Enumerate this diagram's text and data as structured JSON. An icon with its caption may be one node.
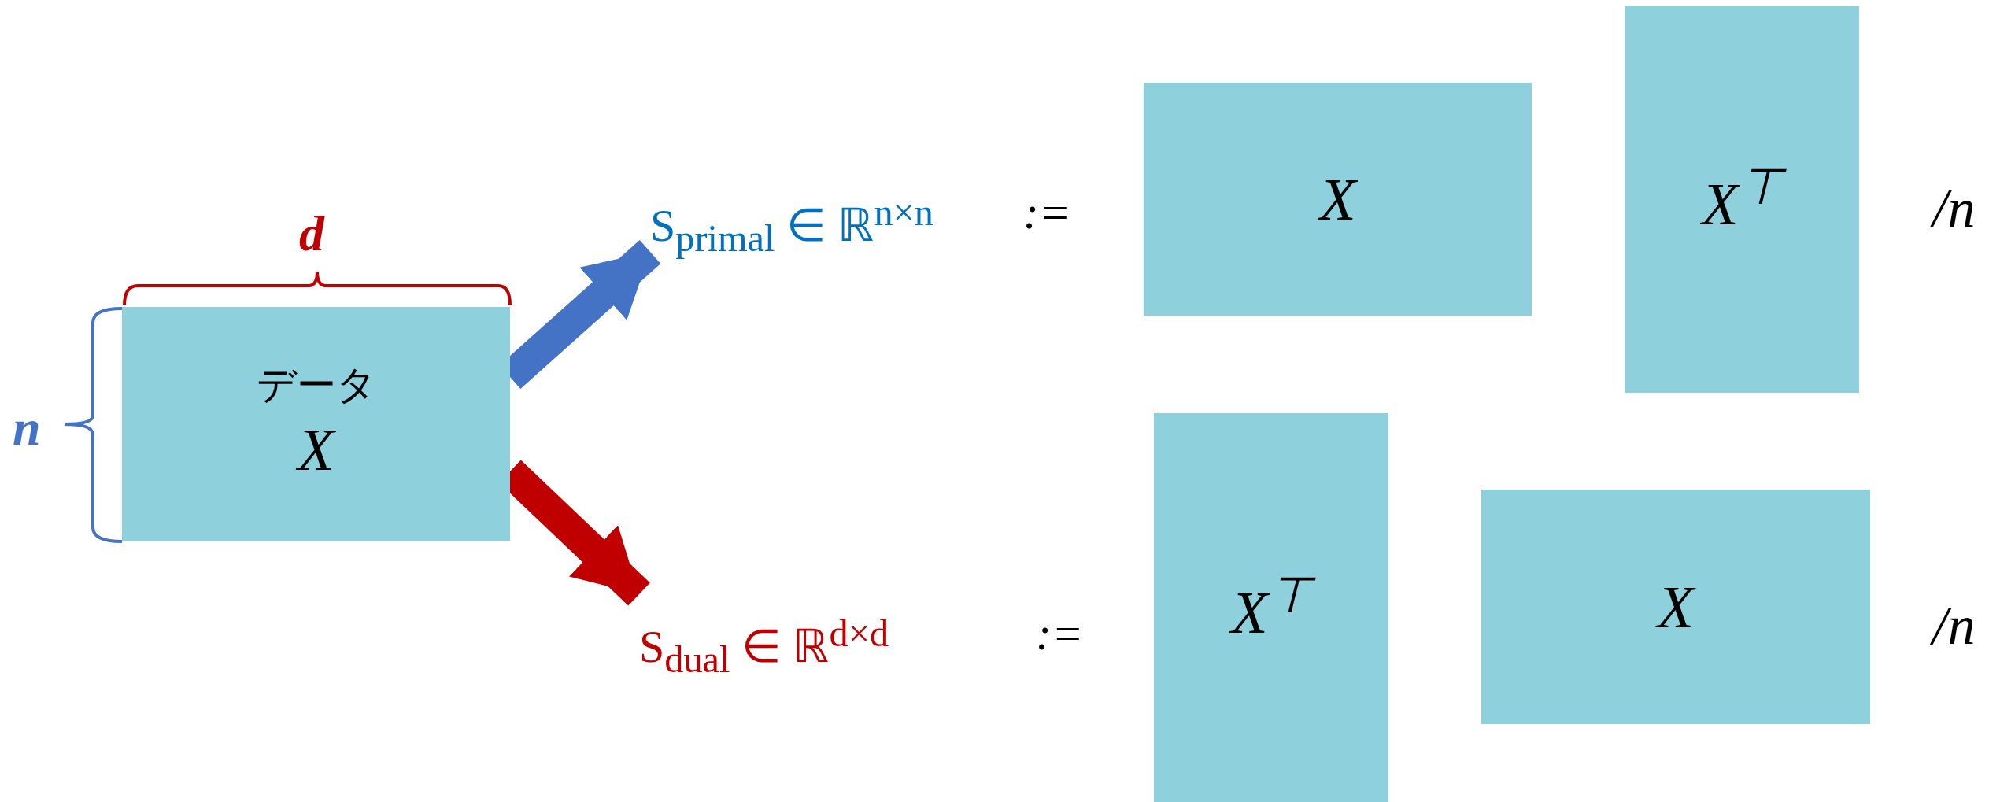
{
  "diagram": {
    "nodes": [
      {
        "text": [
          "データ",
          "X"
        ]
      },
      {
        "text": [
          "S$_{primal}$ ∈ ℝ$^{n×n}$"
        ]
      },
      {
        "text": [
          "X"
        ]
      },
      {
        "text": [
          "X$^{⊤}$"
        ]
      },
      {
        "text": [
          "S$_{dual}$ ∈ ℝ$^{d×d}$"
        ]
      },
      {
        "text": [
          "X$^{⊤}$"
        ]
      },
      {
        "text": [
          "X"
        ]
      }
    ],
    "edges": [
      {
        "from": 0,
        "to": 1,
        "arrow": "to",
        "color": "#4472c4"
      },
      {
        "from": 0,
        "to": 4,
        "arrow": "to",
        "color": "#c00000"
      }
    ],
    "labels": [
      "d",
      "n",
      ":=",
      "/n",
      ":=",
      "/n"
    ]
  }
}
